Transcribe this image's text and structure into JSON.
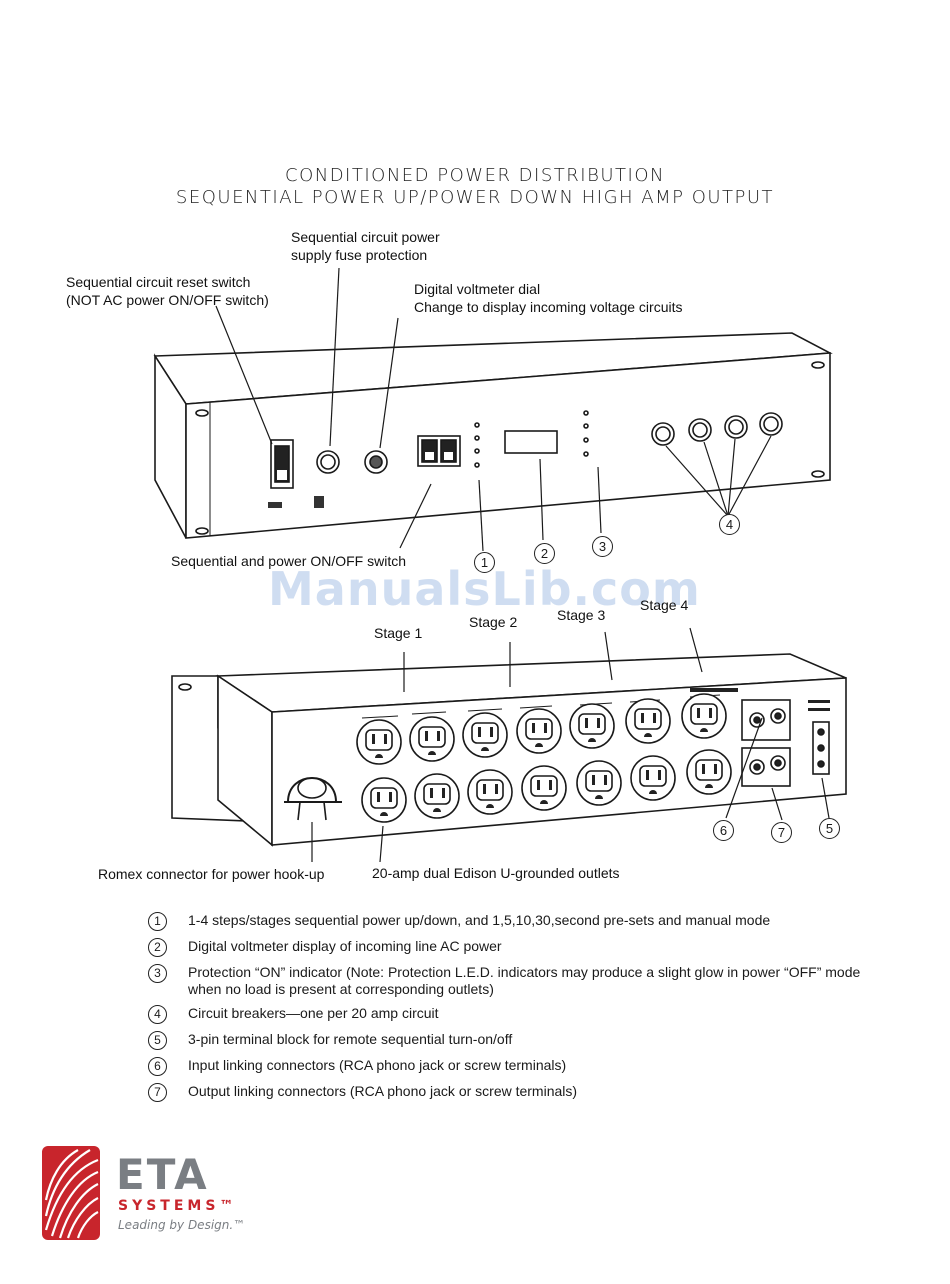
{
  "title": {
    "line1": "CONDITIONED POWER DISTRIBUTION",
    "line2": "SEQUENTIAL POWER UP/POWER DOWN HIGH AMP OUTPUT"
  },
  "front_callouts": {
    "fuse_l1": "Sequential circuit power",
    "fuse_l2": "supply fuse protection",
    "reset_l1": "Sequential circuit reset switch",
    "reset_l2": "(NOT AC power ON/OFF switch)",
    "dial_l1": "Digital voltmeter dial",
    "dial_l2": "Change to display incoming voltage circuits",
    "onoff": "Sequential and power ON/OFF switch"
  },
  "watermark": "ManualsLib.com",
  "stages": [
    "Stage 1",
    "Stage 2",
    "Stage 3",
    "Stage 4"
  ],
  "rear_callouts": {
    "romex": "Romex connector for power hook-up",
    "outlets": "20-amp dual Edison U-grounded outlets"
  },
  "markers": [
    "1",
    "2",
    "3",
    "4",
    "5",
    "6",
    "7"
  ],
  "legend": [
    {
      "num": "1",
      "text": "1-4 steps/stages sequential power up/down, and 1,5,10,30,second pre-sets and manual mode"
    },
    {
      "num": "2",
      "text": "Digital voltmeter display of incoming line AC power"
    },
    {
      "num": "3",
      "text": "Protection “ON” indicator  (Note: Protection L.E.D. indicators may produce a slight glow in power “OFF” mode when no load is present at corresponding outlets)"
    },
    {
      "num": "4",
      "text": "Circuit breakers—one per 20 amp circuit"
    },
    {
      "num": "5",
      "text": "3-pin terminal block for remote sequential turn-on/off"
    },
    {
      "num": "6",
      "text": "Input linking connectors (RCA phono  jack or screw terminals)"
    },
    {
      "num": "7",
      "text": "Output linking connectors (RCA phono  jack or screw terminals)"
    }
  ],
  "logo": {
    "name": "ETA",
    "sub": "SYSTEMS™",
    "tagline": "Leading by Design.™"
  },
  "colors": {
    "brand_red": "#c8252c",
    "brand_gray": "#7a7e83",
    "watermark": "#c7d8ef"
  }
}
